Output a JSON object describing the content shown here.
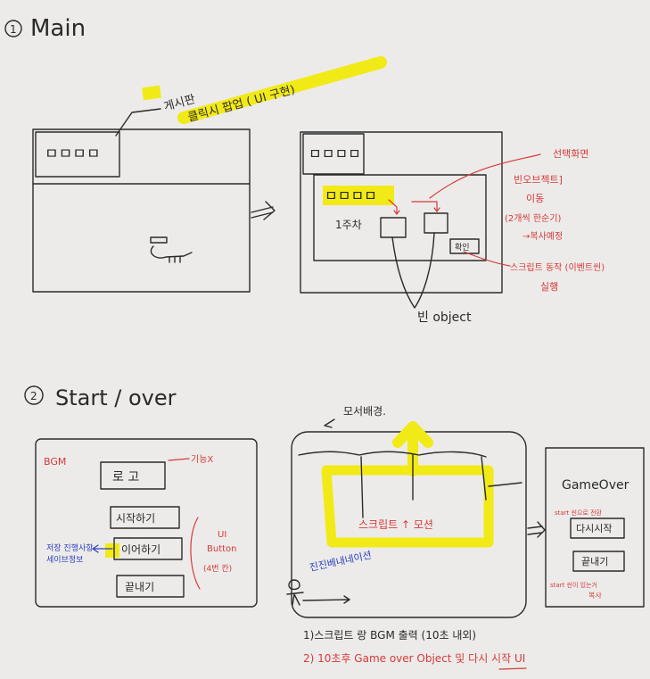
{
  "section1": {
    "title": "Main",
    "note_board": "게시판",
    "note_click": "클릭시 팝업 ( UI 구현)",
    "small_board": "ㅁㅁㅁㅁ",
    "popup_board": "ㅁㅁㅁㅁ",
    "popup_chapter": "1주차",
    "popup_confirm": "확인",
    "red_note_1": "선택화면",
    "red_note_2": "빈오브젝트]",
    "red_note_3": "이동",
    "red_note_4": "(2개씩 한순기)",
    "red_note_5": "→복사예정",
    "red_note_6": "스크립트 동작 (이벤트씬)",
    "red_note_7": "실행",
    "empty_object": "빈 object"
  },
  "section2": {
    "title": "Start / over",
    "bgm_label": "BGM",
    "logo_button": "로 고",
    "logo_note": "기능X",
    "start_button": "시작하기",
    "continue_button": "이어하기",
    "quit_button": "끝내기",
    "ui_note_1": "UI",
    "ui_note_2": "Button",
    "ui_note_3": "(4번 칸)",
    "blue_note_1": "저장 진행사항",
    "blue_note_2": "세이브정보",
    "bg_note": "모서배경.",
    "scroll_note": "스크립트 ↑ 모션",
    "blue_scroll_note": "진진베내네이션",
    "gameover_title": "GameOver",
    "restart_button": "다시시작",
    "quit_button_2": "끝내기",
    "gameover_red_1": "start 씬으로 전환",
    "gameover_red_2": "start 씬이 있는거",
    "gameover_red_3": "복사",
    "note_line_1": "1)스크립트 랑  BGM 출력 (10초 내외)",
    "note_line_2": "2) 10초후  Game over  Object  및  다시 시작 UI"
  }
}
